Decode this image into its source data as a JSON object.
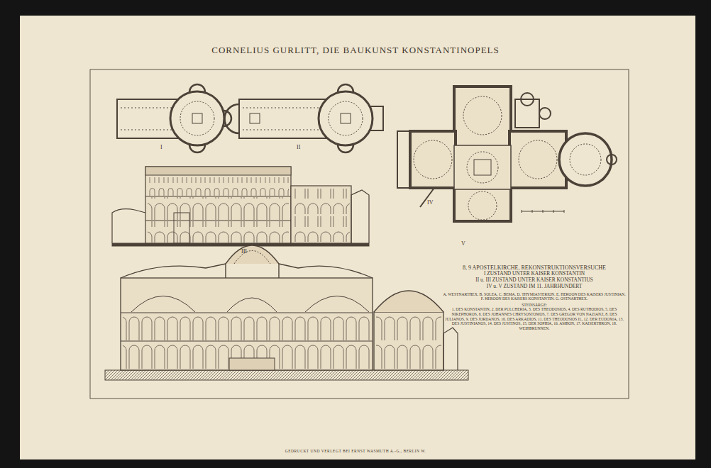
{
  "diagram": {
    "title": "CORNELIUS GURLITT, DIE BAUKUNST KONSTANTINOPELS",
    "labels": [
      "I",
      "II",
      "III",
      "IV",
      "V",
      "8, 9 APOSTELKIRCHE, REKONSTRUKTIONSVERSUCHE",
      "I ZUSTAND UNTER KAISER KONSTANTIN",
      "II u. III ZUSTAND UNTER KAISER KONSTANTIUS",
      "IV u. V ZUSTAND IM 11. JAHRHUNDERT",
      "A. WESTNARTHEX. B. SOLEA. C. BEMA. D. THYMIASTERION. E. HEROON DES KAISERS JUSTINIAN. F. HEROON DES KAISERS KONSTANTIN. G. OSTNARTHEX.",
      "STEINSÄRGE:",
      "1. DES KONSTANTIN, 2. DER PULCHERIA, 3. DES THEODOSIOS, 4. DES RUTHODIOS, 5. DES NIKEPHOROS, 6. DES JOHANNES CHRYSOSTOMOS, 7. DES GREGOR VON NAZIANZ, 8. DES JULIANOS, 9. DES JORDANOS, 10. DES ARKADIOS, 11. DES THEODOSIOS II., 12. DER EUDOXIA, 13. DES JUSTINIANOS, 14. DES JUSTINOS, 15. DER SOPHIA, 16. AMBON, 17. KAISERTHRON, 18. WEIHBRUNNEN.",
      "GEDRUCKT UND VERLEGT BEI ERNST WASMUTH A.-G., BERLIN W."
    ]
  }
}
